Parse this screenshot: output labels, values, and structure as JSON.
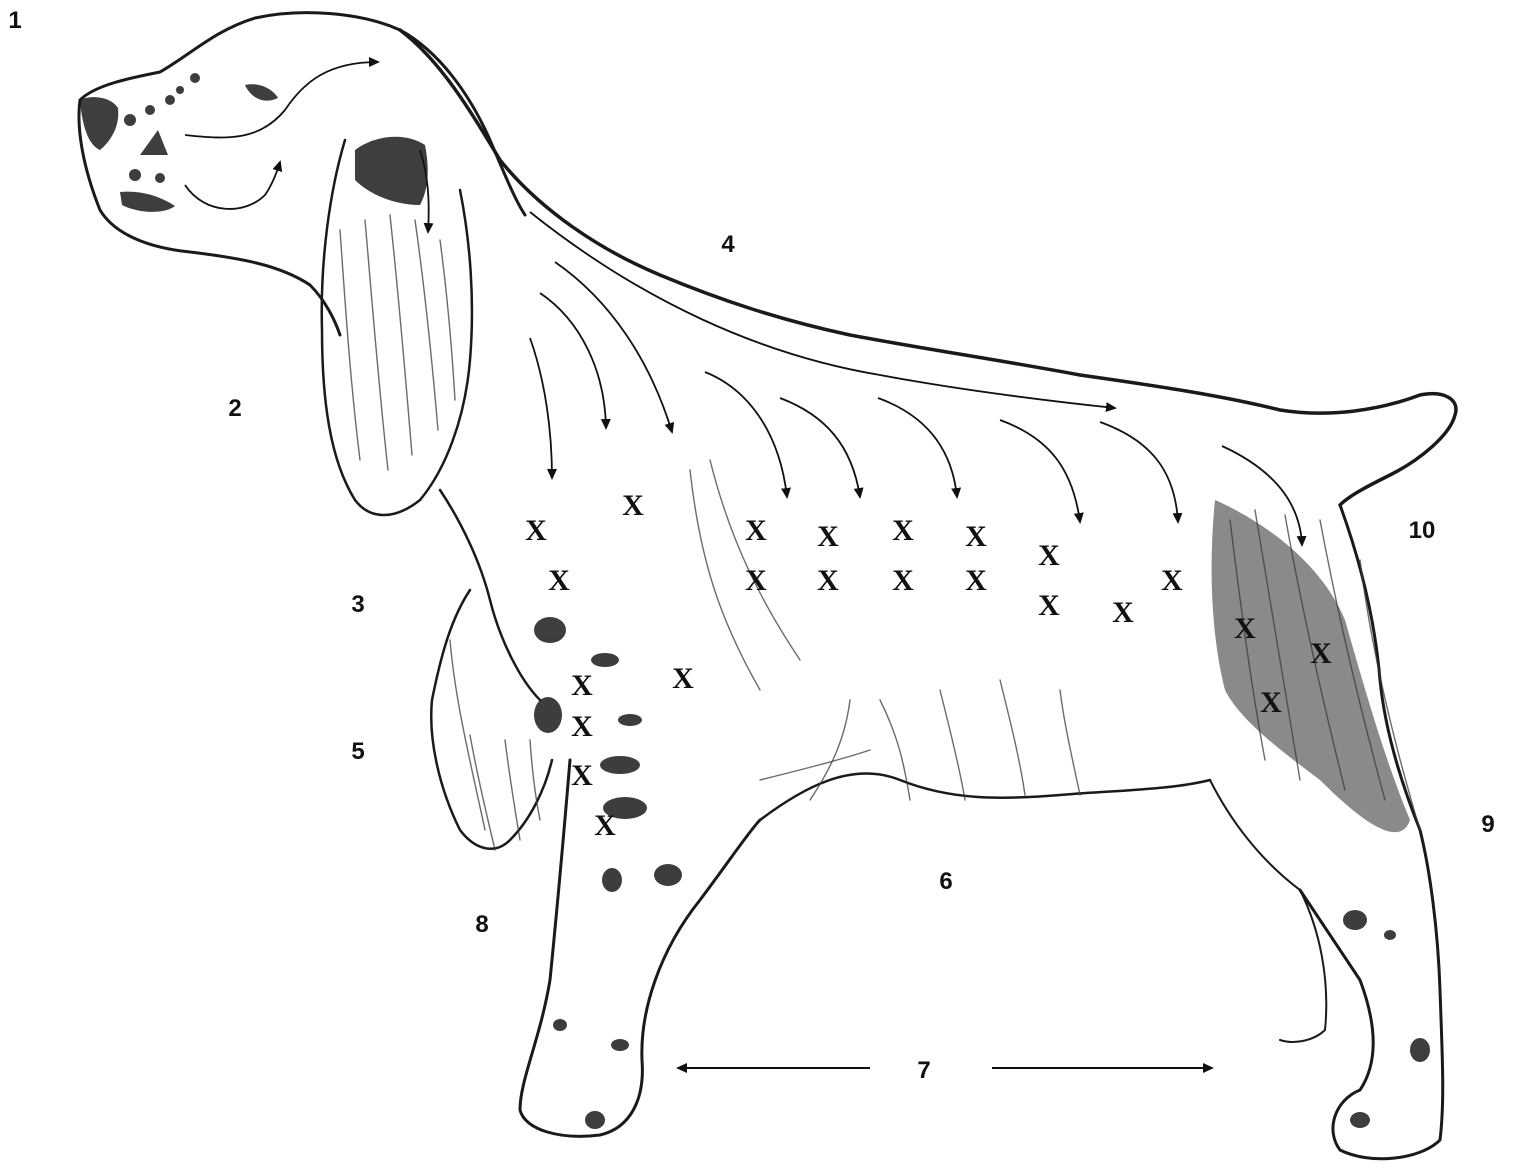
{
  "labels": {
    "n1": "1",
    "n2": "2",
    "n3": "3",
    "n4": "4",
    "n5": "5",
    "n6": "6",
    "n7": "7",
    "n8": "8",
    "n9": "9",
    "n10": "10"
  },
  "marker_text": "X",
  "colors": {
    "ink": "#111111",
    "background": "#ffffff"
  }
}
